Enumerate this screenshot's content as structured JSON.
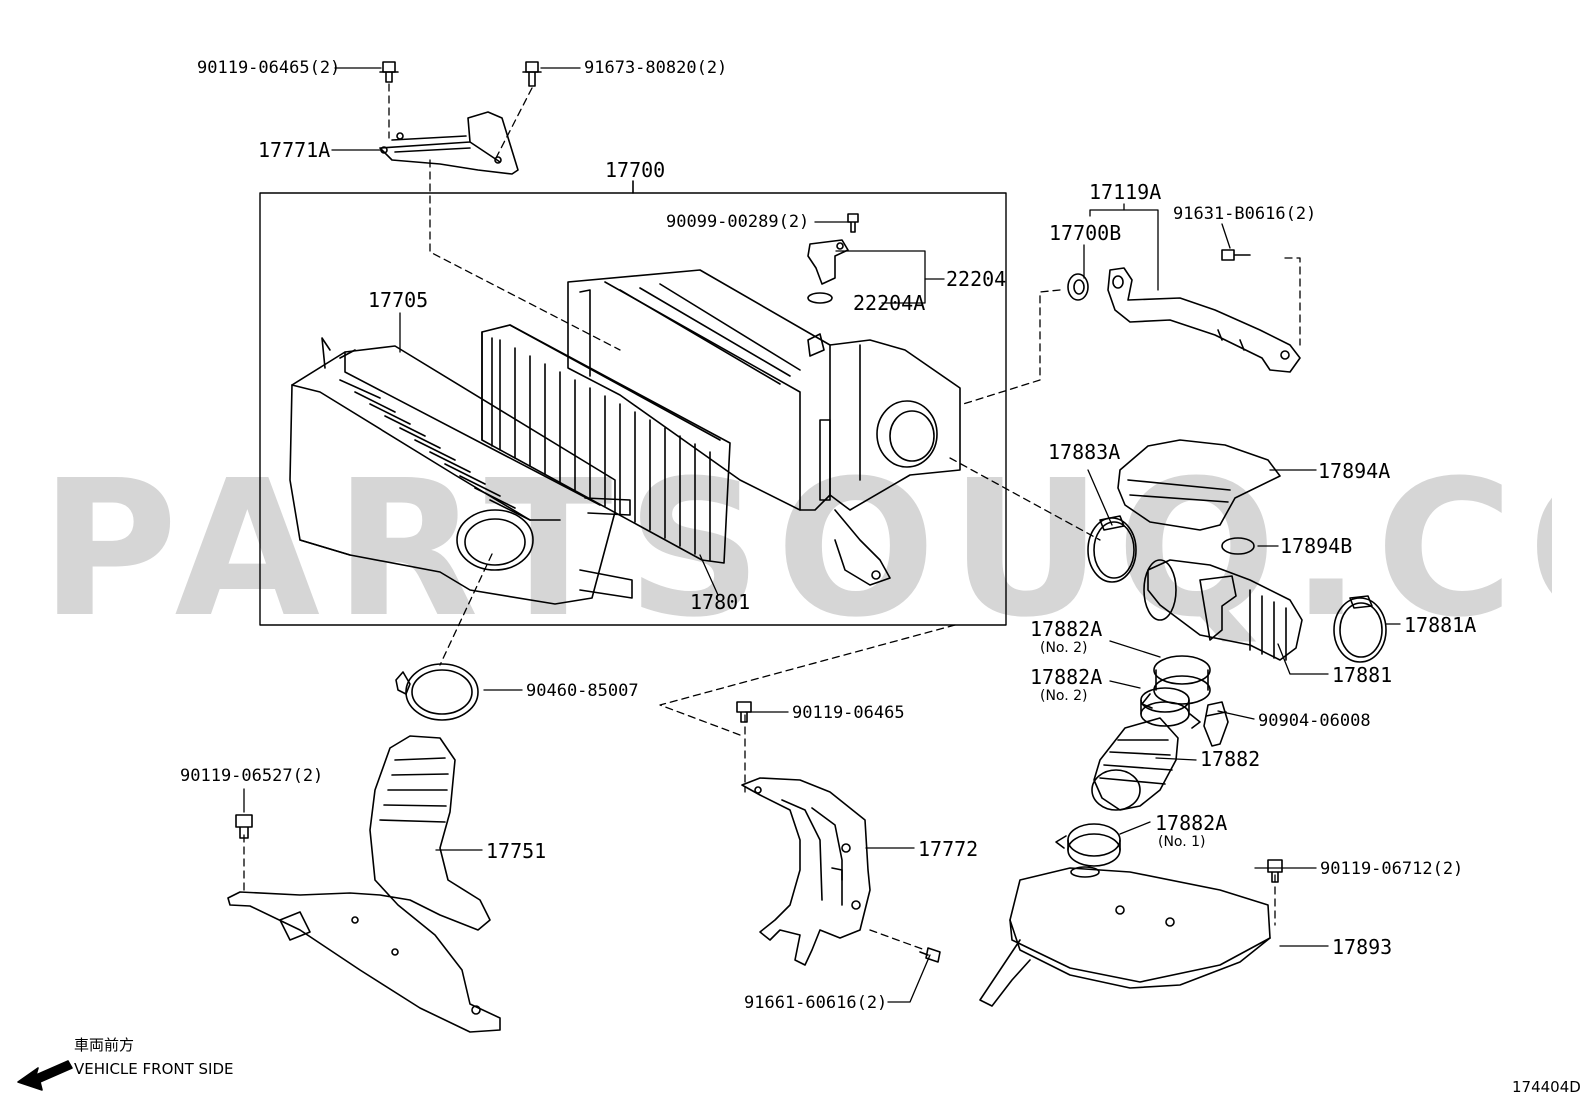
{
  "watermark": "PARTSOUQ.COM",
  "diagram_id": "174404D",
  "orientation": {
    "jp": "車両前方",
    "en": "VEHICLE FRONT SIDE"
  },
  "parts": {
    "p90119_06465_2": "90119-06465(2)",
    "p91673_80820_2": "91673-80820(2)",
    "p17771A": "17771A",
    "p17700": "17700",
    "p90099_00289_2": "90099-00289(2)",
    "p22204": "22204",
    "p22204A": "22204A",
    "p17705": "17705",
    "p17801": "17801",
    "p17119A": "17119A",
    "p17700B": "17700B",
    "p91631_B0616_2": "91631-B0616(2)",
    "p17883A": "17883A",
    "p17894A": "17894A",
    "p17894B": "17894B",
    "p17882A_top": "17882A",
    "p17882A_top_sub": "(No. 2)",
    "p17882A_mid": "17882A",
    "p17882A_mid_sub": "(No. 2)",
    "p17881A": "17881A",
    "p17881": "17881",
    "p90904_06008": "90904-06008",
    "p17882": "17882",
    "p17882A_bot": "17882A",
    "p17882A_bot_sub": "(No. 1)",
    "p90119_06712_2": "90119-06712(2)",
    "p17893": "17893",
    "p90460_85007": "90460-85007",
    "p90119_06465": "90119-06465",
    "p90119_06527_2": "90119-06527(2)",
    "p17751": "17751",
    "p17772": "17772",
    "p91661_60616_2": "91661-60616(2)"
  }
}
